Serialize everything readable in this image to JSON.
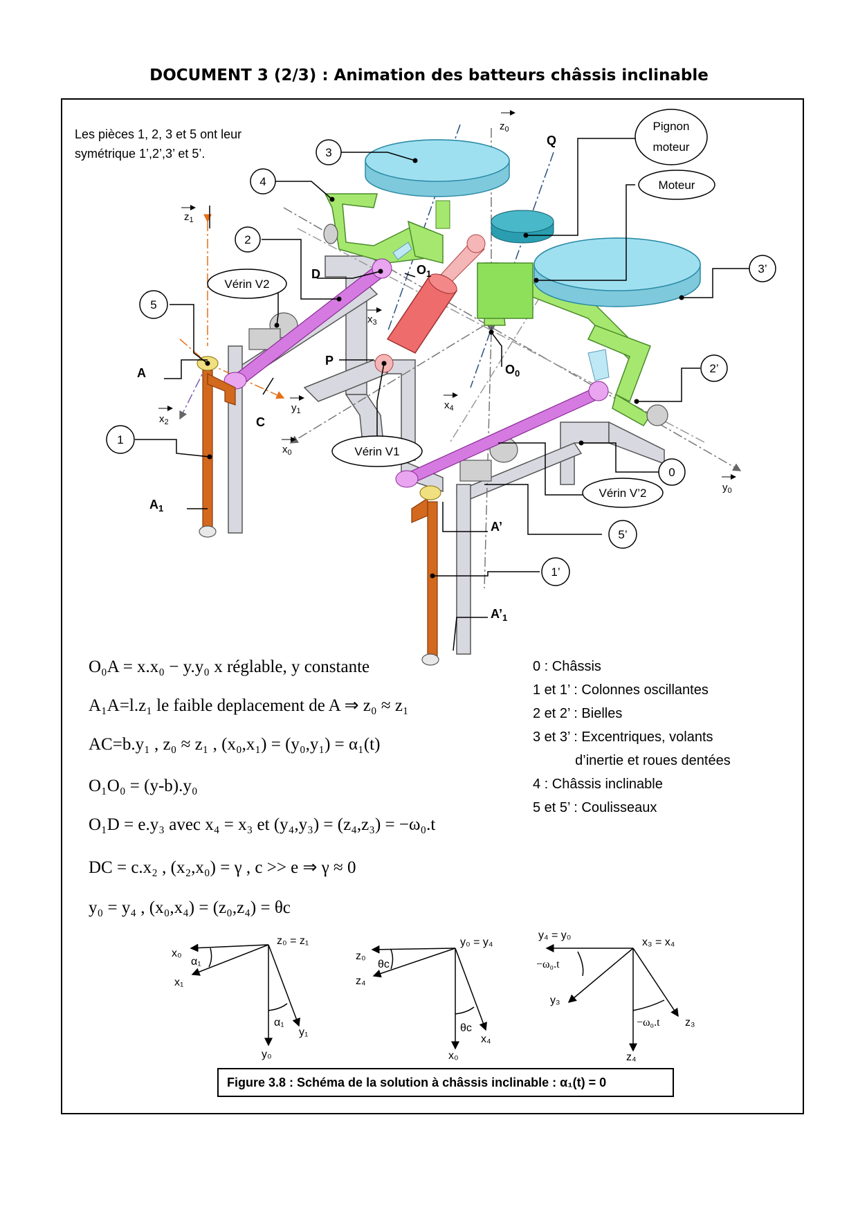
{
  "title": "DOCUMENT 3 (2/3) : Animation des batteurs châssis inclinable",
  "note": {
    "line1": "Les pièces 1, 2, 3 et 5 ont leur",
    "line2": "symétrique 1’,2’,3’ et 5’."
  },
  "callouts": {
    "c3": "3",
    "c4": "4",
    "c2": "2",
    "c5": "5",
    "c1": "1",
    "c3p": "3’",
    "c2p": "2’",
    "c0": "0",
    "c5p": "5’",
    "c1p": "1’",
    "verin_v2": "Vérin V2",
    "verin_v1": "Vérin V1",
    "verin_v2p": "Vérin V’2",
    "pignon1": "Pignon",
    "pignon2": "moteur",
    "moteur": "Moteur"
  },
  "points": {
    "Q": "Q",
    "D": "D",
    "O1": "O",
    "O1_sub": "1",
    "A": "A",
    "C": "C",
    "P": "P",
    "O0": "O",
    "O0_sub": "0",
    "A1": "A",
    "A1_sub": "1",
    "Ap": "A’",
    "Ap1": "A’",
    "Ap1_sub": "1"
  },
  "axes": {
    "z0": "z",
    "z0_sub": "0",
    "z1": "z",
    "z1_sub": "1",
    "x3": "x",
    "x3_sub": "3",
    "y1": "y",
    "y1_sub": "1",
    "x2": "x",
    "x2_sub": "2",
    "x4": "x",
    "x4_sub": "4",
    "x0": "x",
    "x0_sub": "0",
    "y0": "y",
    "y0_sub": "0"
  },
  "equations": {
    "e1": "O₀A = x.x₀ − y.y₀   x réglable, y constante",
    "e2": "A₁A=l.z₁  le faible deplacement de A  ⇒  z₀ ≈ z₁",
    "e3": "AC=b.y₁ ,  z₀ ≈ z₁  ,  (x₀,x₁) = (y₀,y₁) = α₁(t)",
    "e4": "O₁O₀  = (y-b).y₀",
    "e5": "O₁D = e.y₃  avec x₄ = x₃  et  (y₄,y₃) = (z₄,z₃) = −ω₀.t",
    "e6": "DC = c.x₂  ,  (x₂,x₀) = γ  ,  c >> e  ⇒  γ ≈ 0",
    "e7": "y₀ = y₄    ,  (x₀,x₄) = (z₀,z₄) = θc"
  },
  "legend": [
    "0 : Châssis",
    "1 et 1’ : Colonnes oscillantes",
    "2 et 2’ : Bielles",
    "3 et 3’ : Excentriques, volants",
    "           d’inertie et roues dentées",
    "4 : Châssis inclinable",
    "5 et 5’ : Coulisseaux"
  ],
  "fig1": {
    "x0": "x₀",
    "x1": "x₁",
    "z0z1": "z₀ = z₁",
    "a1": "α₁",
    "a1b": "α₁",
    "y1": "y₁",
    "y0": "y₀"
  },
  "fig2": {
    "z0": "z₀",
    "z4": "z₄",
    "y0y4": "y₀ = y₄",
    "th": "θc",
    "thb": "θc",
    "x4": "x₄",
    "x0": "x₀"
  },
  "fig3": {
    "y4y0": "y₄ = y₀",
    "x3x4": "x₃ = x₄",
    "w": "−ω₀.t",
    "wb": "−ω₀.t",
    "y3": "y₃",
    "z3": "z₃",
    "z4": "z₄"
  },
  "caption": "Figure 3.8 : Schéma de la solution à châssis inclinable : α₁(t) = 0",
  "colors": {
    "cyan": "#8fd8ea",
    "green": "#a6e86f",
    "orange": "#d2691e",
    "magenta": "#d47ae0",
    "red": "#ee6c6c",
    "gray": "#d8d8e0"
  }
}
